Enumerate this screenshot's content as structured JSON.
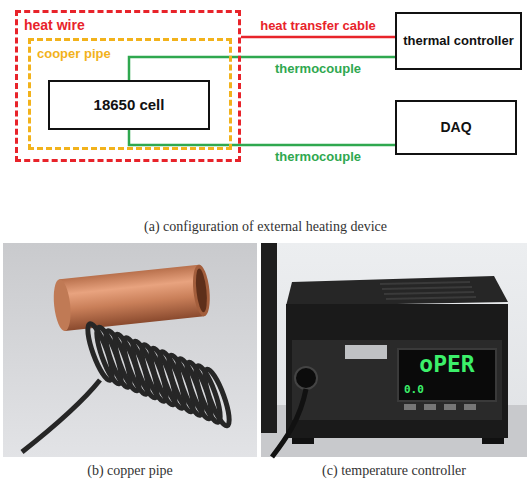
{
  "diagram": {
    "nodes": [
      {
        "text": [
          "heat wire"
        ]
      },
      {
        "text": [
          "cooper pipe"
        ],
        "in": 0
      },
      {
        "text": [
          "18650 cell"
        ],
        "in": 1
      },
      {
        "text": [
          "thermal controller"
        ]
      },
      {
        "text": [
          "DAQ"
        ]
      }
    ],
    "edges": [
      {
        "from": 0,
        "to": 3,
        "label": "heat transfer cable",
        "arrow": "none"
      },
      {
        "from": 2,
        "to": 3,
        "label": "thermocouple",
        "arrow": "none"
      },
      {
        "from": 2,
        "to": 4,
        "label": "thermocouple",
        "arrow": "none"
      }
    ],
    "labels": [
      "(a) configuration of external heating device",
      "oPER",
      "0.0",
      "(b) copper pipe",
      "(c) temperature controller"
    ]
  }
}
